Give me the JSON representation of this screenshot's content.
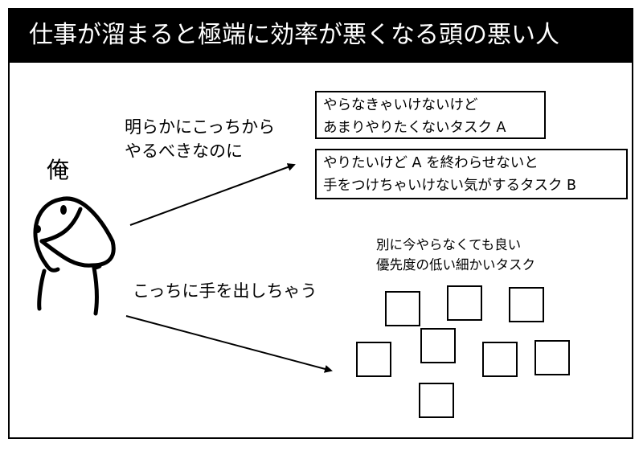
{
  "title": "仕事が溜まると極端に効率が悪くなる頭の悪い人",
  "person_label": "俺",
  "arrow_top_label": [
    "明らかにこっちから",
    "やるべきなのに"
  ],
  "arrow_bottom_label": "こっちに手を出しちゃう",
  "task_a": [
    "やらなきゃいけないけど",
    "あまりやりたくないタスク A"
  ],
  "task_b": [
    "やりたいけど A を終わらせないと",
    "手をつけちゃいけない気がするタスク B"
  ],
  "small_tasks_label": [
    "別に今やらなくても良い",
    "優先度の低い細かいタスク"
  ],
  "small_task_count": 8
}
